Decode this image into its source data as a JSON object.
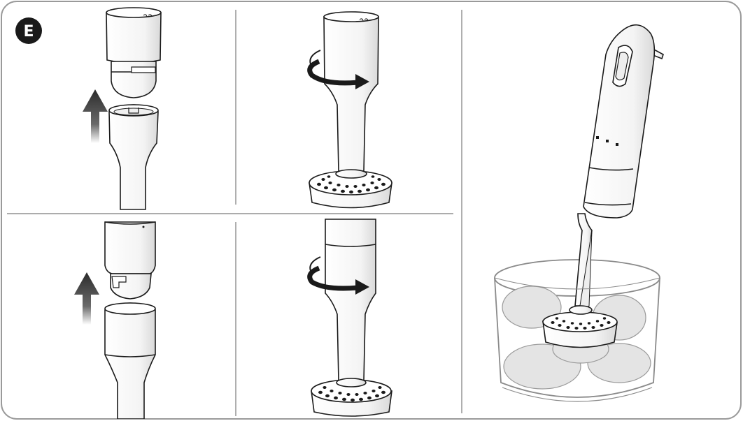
{
  "badge": {
    "label": "E"
  },
  "colors": {
    "frame": "#9a9a9a",
    "divider": "#7a7a7a",
    "outline": "#1a1a1a",
    "arrow_up": "#2b2b2b",
    "badge_bg": "#1a1a1a",
    "bowl": "#8a8a8a",
    "potato": "#e4e4e4"
  },
  "panels": [
    {
      "id": "top-left",
      "content": "detach-upper-attachment"
    },
    {
      "id": "top-middle",
      "content": "rotate-masher-attach"
    },
    {
      "id": "bottom-left",
      "content": "detach-lower-attachment"
    },
    {
      "id": "bottom-middle",
      "content": "rotate-masher-with-extension"
    },
    {
      "id": "right",
      "content": "masher-in-bowl-with-potatoes"
    }
  ]
}
